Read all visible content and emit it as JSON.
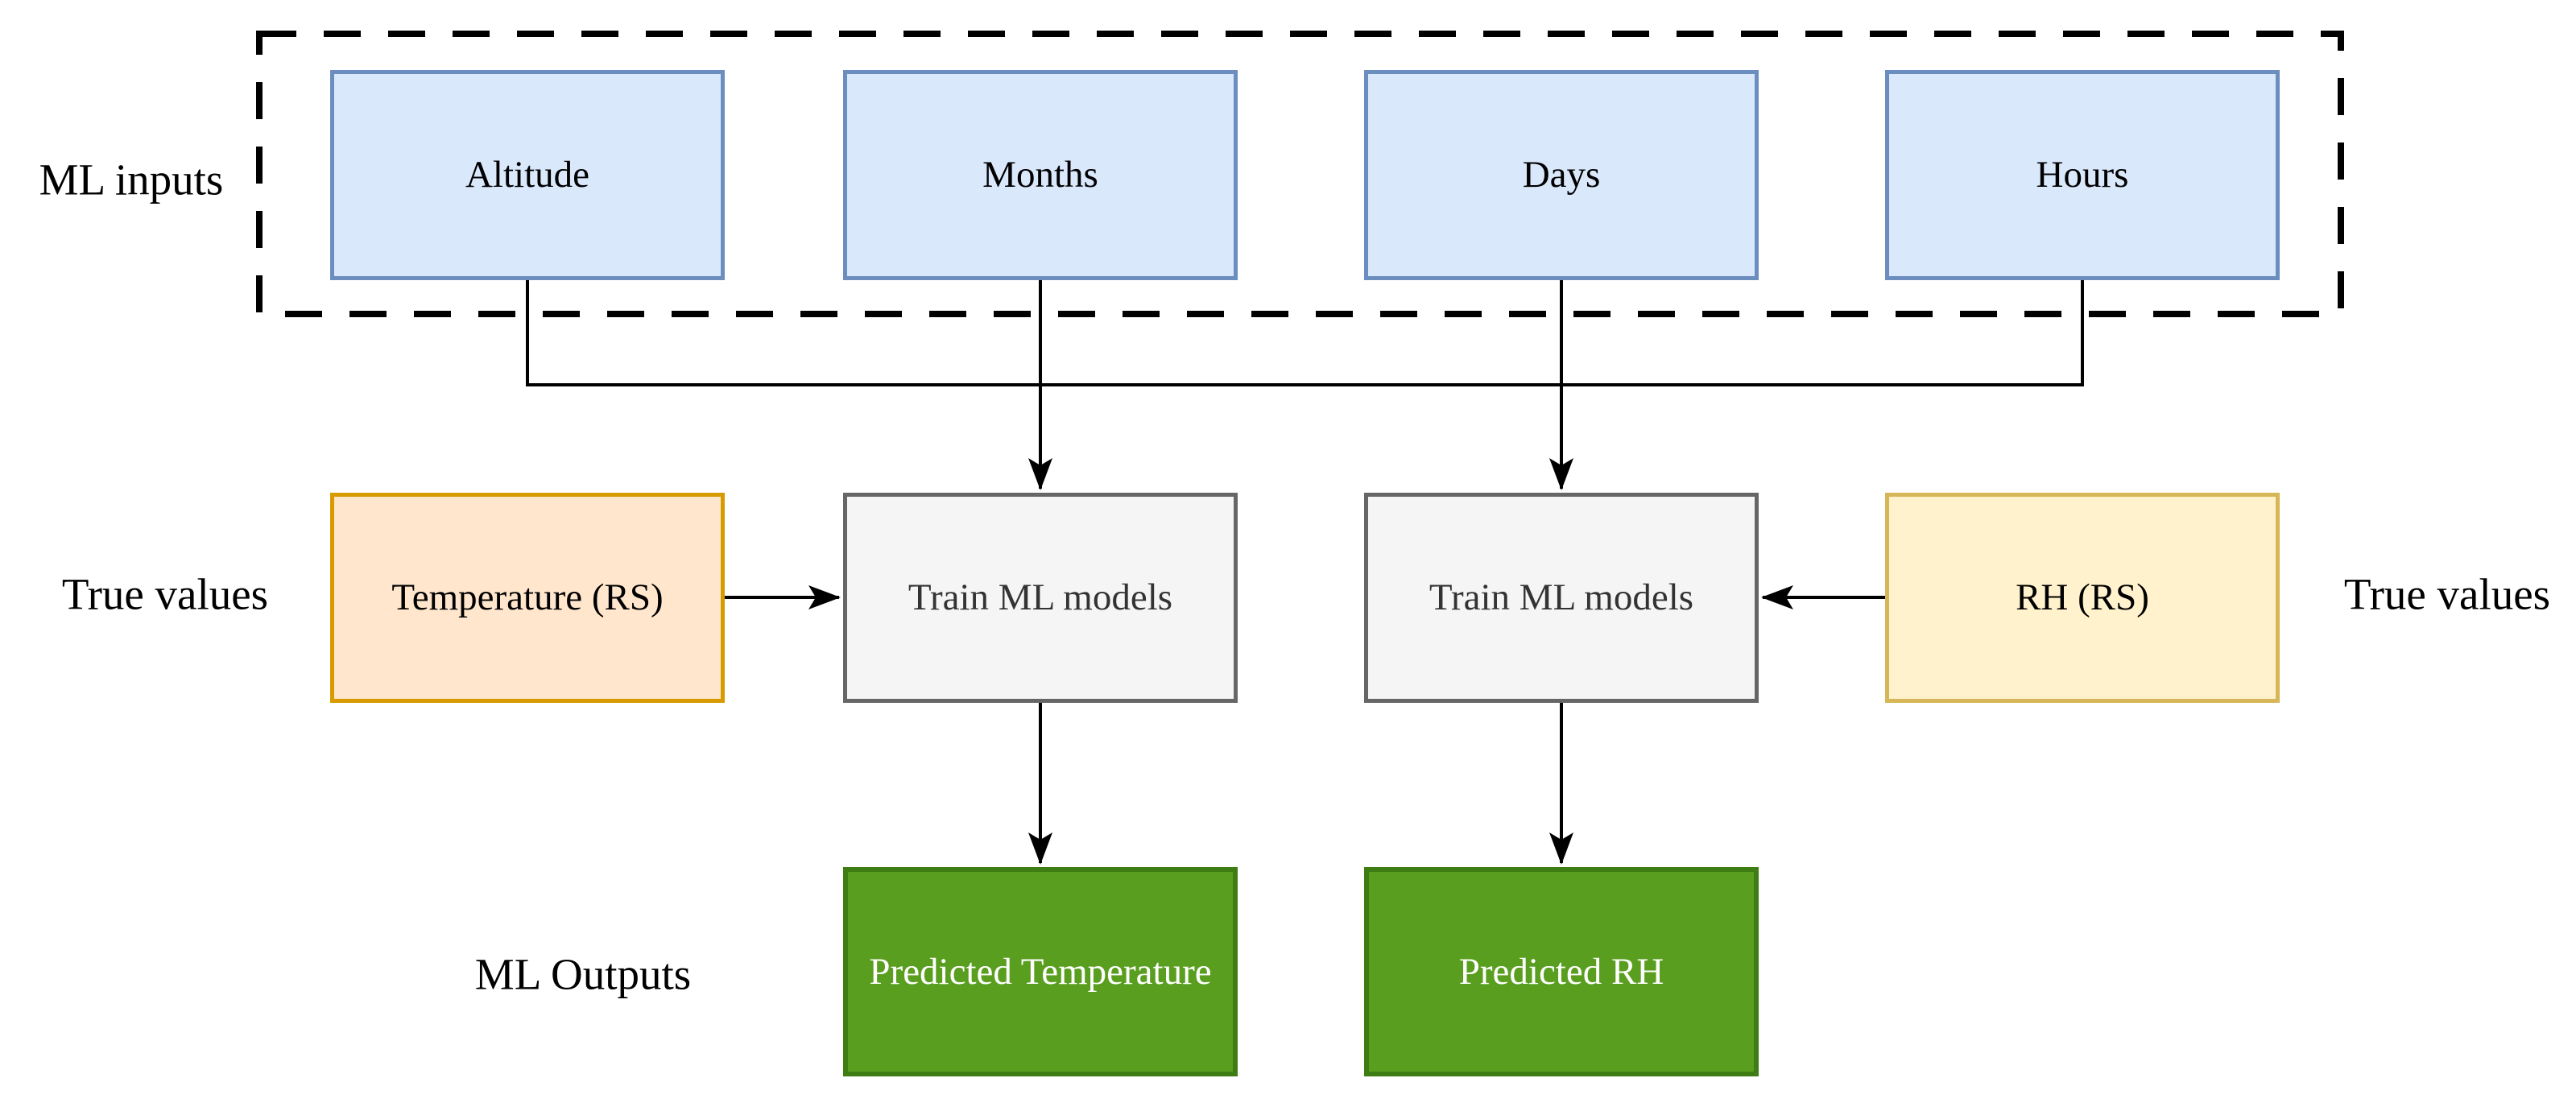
{
  "diagram": {
    "labels": {
      "ml_inputs": "ML inputs",
      "true_values_left": "True values",
      "true_values_right": "True values",
      "ml_outputs": "ML Outputs"
    },
    "input_boxes": [
      {
        "label": "Altitude"
      },
      {
        "label": "Months"
      },
      {
        "label": "Days"
      },
      {
        "label": "Hours"
      }
    ],
    "true_value_boxes": [
      {
        "label": "Temperature (RS)"
      },
      {
        "label": "RH (RS)"
      }
    ],
    "process_boxes": [
      {
        "label": "Train ML models"
      },
      {
        "label": "Train ML models"
      }
    ],
    "output_boxes": [
      {
        "label": "Predicted Temperature"
      },
      {
        "label": "Predicted RH"
      }
    ],
    "colors": {
      "input_fill": "#dae8fc",
      "input_border": "#6c8ebf",
      "temp_fill": "#ffe6cc",
      "temp_border": "#d79b00",
      "rh_fill": "#fff2cc",
      "rh_border": "#d6b656",
      "process_fill": "#f5f5f5",
      "process_border": "#666666",
      "process_text": "#333333",
      "output_fill": "#5a9e1f",
      "output_border": "#3e7d14",
      "output_text": "#ffffff",
      "line": "#000000"
    }
  }
}
